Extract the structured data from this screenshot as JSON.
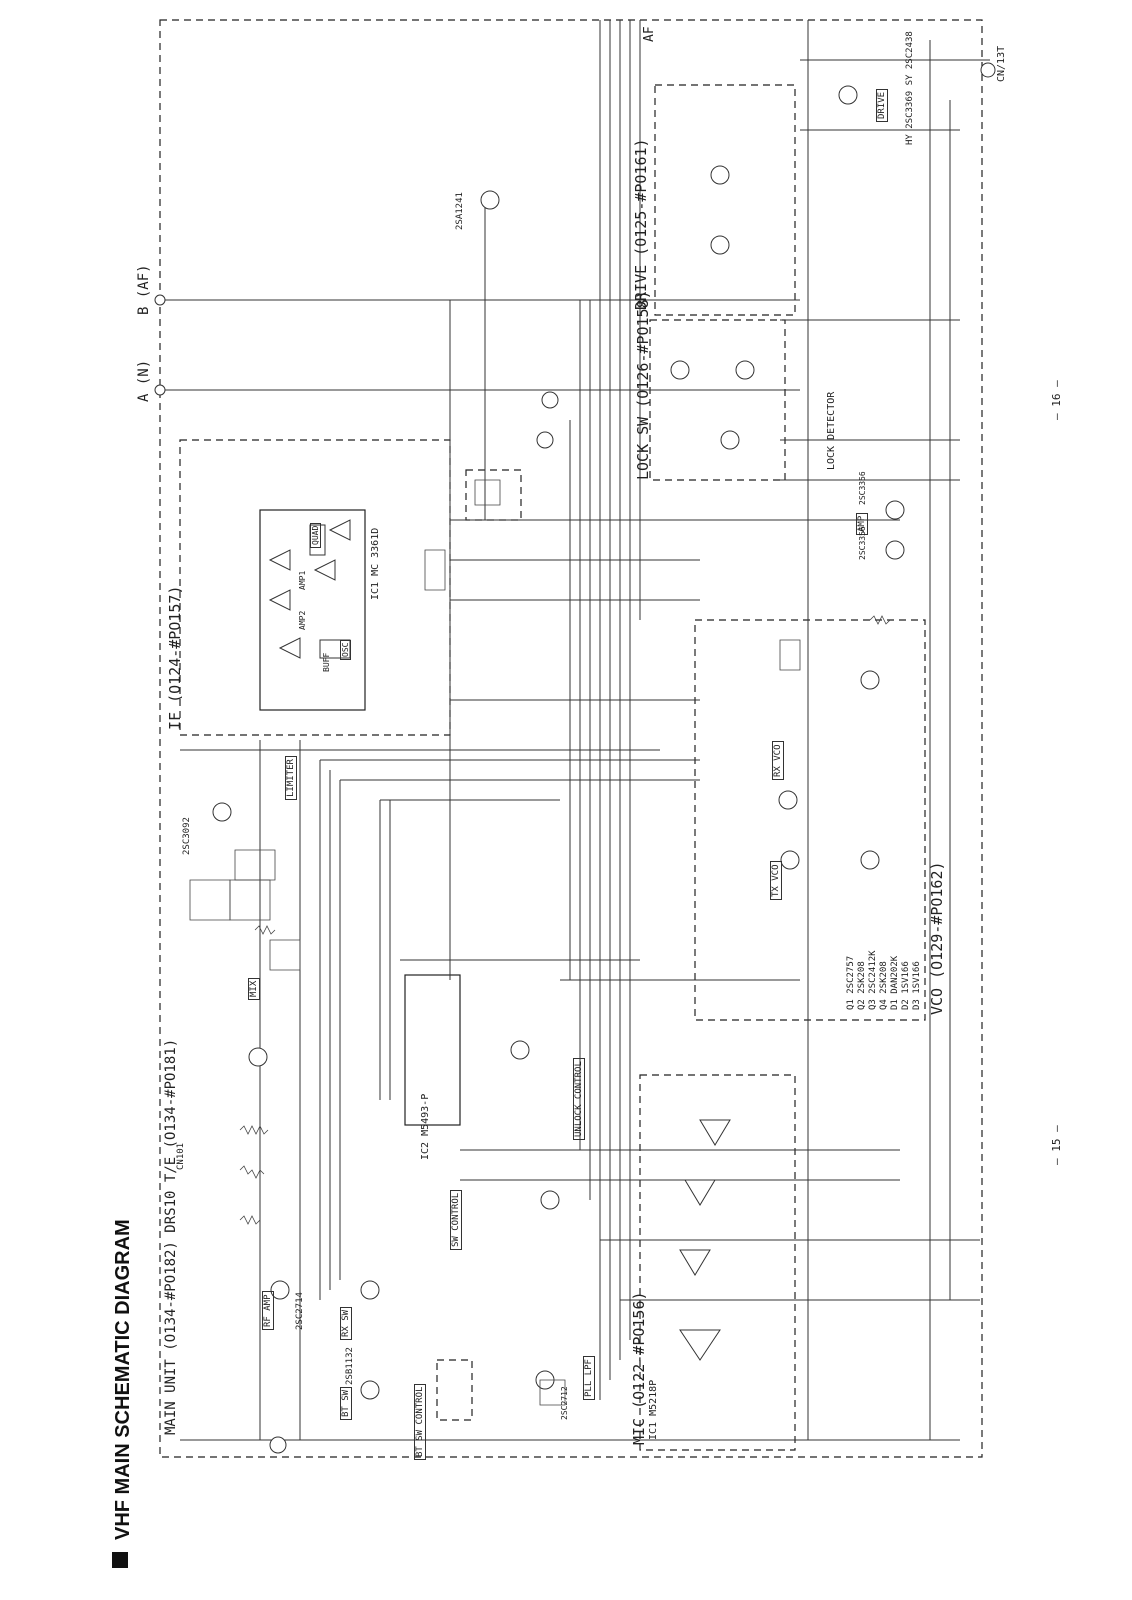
{
  "title": "VHF MAIN SCHEMATIC DIAGRAM",
  "main_unit": "MAIN UNIT (O134-#PO182) DRS10 T/E (O134-#PO181)",
  "blocks": {
    "if": "IF (O124-#PO157)",
    "lock_sw": "LOCK SW (O126-#PO158)",
    "drive": "DRIVE (O125-#PO161)",
    "vco": "VCO (O129-#PO162)",
    "mic": "MIC (O122-#PO156)"
  },
  "connectors": {
    "a": "A (N)",
    "b": "B (AF)",
    "af": "AF",
    "cn": "CN/13T",
    "cn101": "CN101"
  },
  "ic_labels": {
    "ic1_if": "IC1 MC 3361D",
    "ic2_pll": "IC2 M5493-P",
    "mic_ic1": "IC1 M5218P"
  },
  "stage_labels": {
    "rf_amp": "RF AMP",
    "limiter": "LIMITER",
    "tx_vco": "TX VCO",
    "rx_vco": "RX VCO",
    "drive": "DRIVE",
    "amp": "AMP",
    "lock_detector": "LOCK DETECTOR",
    "unlock_control": "UNLOCK CONTROL",
    "pll_lpf": "PLL LPF",
    "rx_sw": "RX SW",
    "bt_sw": "BT SW",
    "bt_sw_control": "BT SW CONTROL",
    "sw_control": "SW CONTROL",
    "mix": "MIX",
    "quad": "QUAD",
    "buff": "BUFF",
    "amp1": "AMP1",
    "amp2": "AMP2",
    "osc": "OSC"
  },
  "transistors": {
    "q1": "2SC2714",
    "q3": "2SC3092",
    "q6": "2SB1132",
    "q18": "2SA1241",
    "q19": "HY 2SC3369 SY 2SC2438",
    "q17": "2SC3356",
    "q16": "2SC3356",
    "q13": "2SC2712"
  },
  "vco_parts": [
    "Q1 2SC2757",
    "Q2 2SK208",
    "Q3 2SC2412K",
    "Q4 2SK208",
    "D1 DAN202K",
    "D2 1SV166",
    "D3 1SV166"
  ],
  "page_numbers": {
    "left": "— 15 —",
    "right": "— 16 —"
  }
}
